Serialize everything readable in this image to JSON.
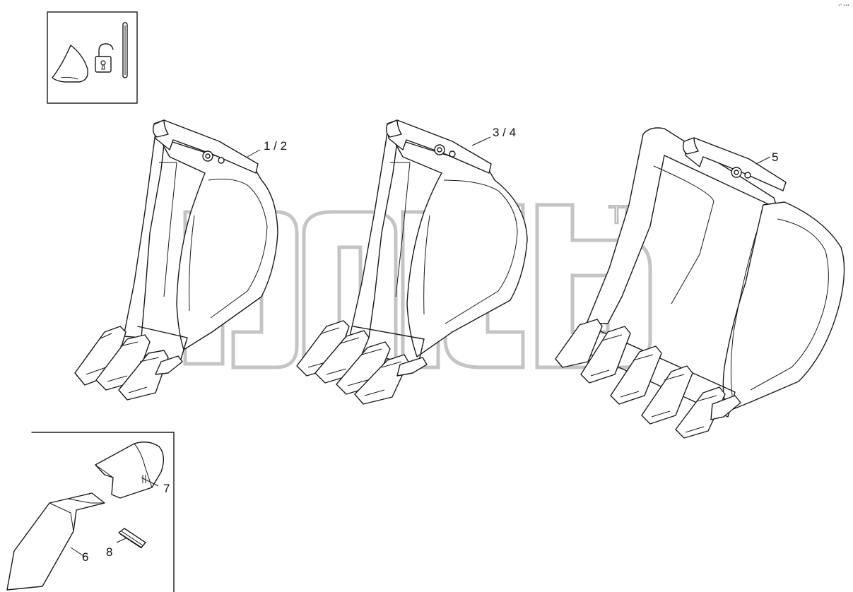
{
  "callouts": {
    "bucket_a": "1 / 2",
    "bucket_b": "3 / 4",
    "bucket_c": "5",
    "tooth": "6",
    "adapter_cap": "7",
    "pin": "8"
  },
  "corner_code": "•° •••",
  "watermark": {
    "trademark": "TM"
  }
}
